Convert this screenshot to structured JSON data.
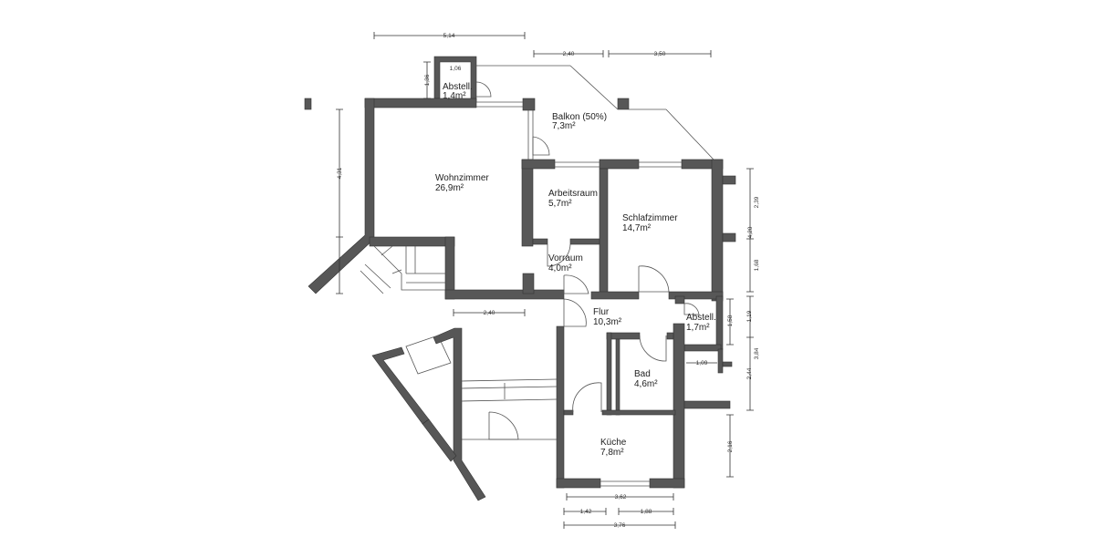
{
  "rooms": [
    {
      "name": "Abstell.",
      "area": "1,4m²"
    },
    {
      "name": "Balkon (50%)",
      "area": "7,3m²"
    },
    {
      "name": "Wohnzimmer",
      "area": "26,9m²"
    },
    {
      "name": "Arbeitsraum",
      "area": "5,7m²"
    },
    {
      "name": "Schlafzimmer",
      "area": "14,7m²"
    },
    {
      "name": "Vorraum",
      "area": "4,0m²"
    },
    {
      "name": "Flur",
      "area": "10,3m²"
    },
    {
      "name": "Abstell.",
      "area": "1,7m²"
    },
    {
      "name": "Bad",
      "area": "4,6m²"
    },
    {
      "name": "Küche",
      "area": "7,8m²"
    }
  ],
  "dimensions": {
    "top_width": "5,14",
    "top_mid": "2,40",
    "top_right": "3,50",
    "abstell_width": "1,06",
    "abstell_height": "1,36",
    "left_height": "4,31",
    "left_bottom_width": "2,40",
    "right_upper": "2,39",
    "right_total": "4,20",
    "right_lower": "1,68",
    "right_abstell": "1,19",
    "right_abstell_inner": "1,58",
    "right_total2": "3,84",
    "right_bad": "2,44",
    "right_kitchen": "2,16",
    "abstell_depth": "1,09",
    "bottom_kitchen": "3,62",
    "bottom_left": "1,42",
    "bottom_right": "1,88",
    "bottom_total": "3,76"
  },
  "colors": {
    "wall": "#575757",
    "line": "#555555"
  }
}
